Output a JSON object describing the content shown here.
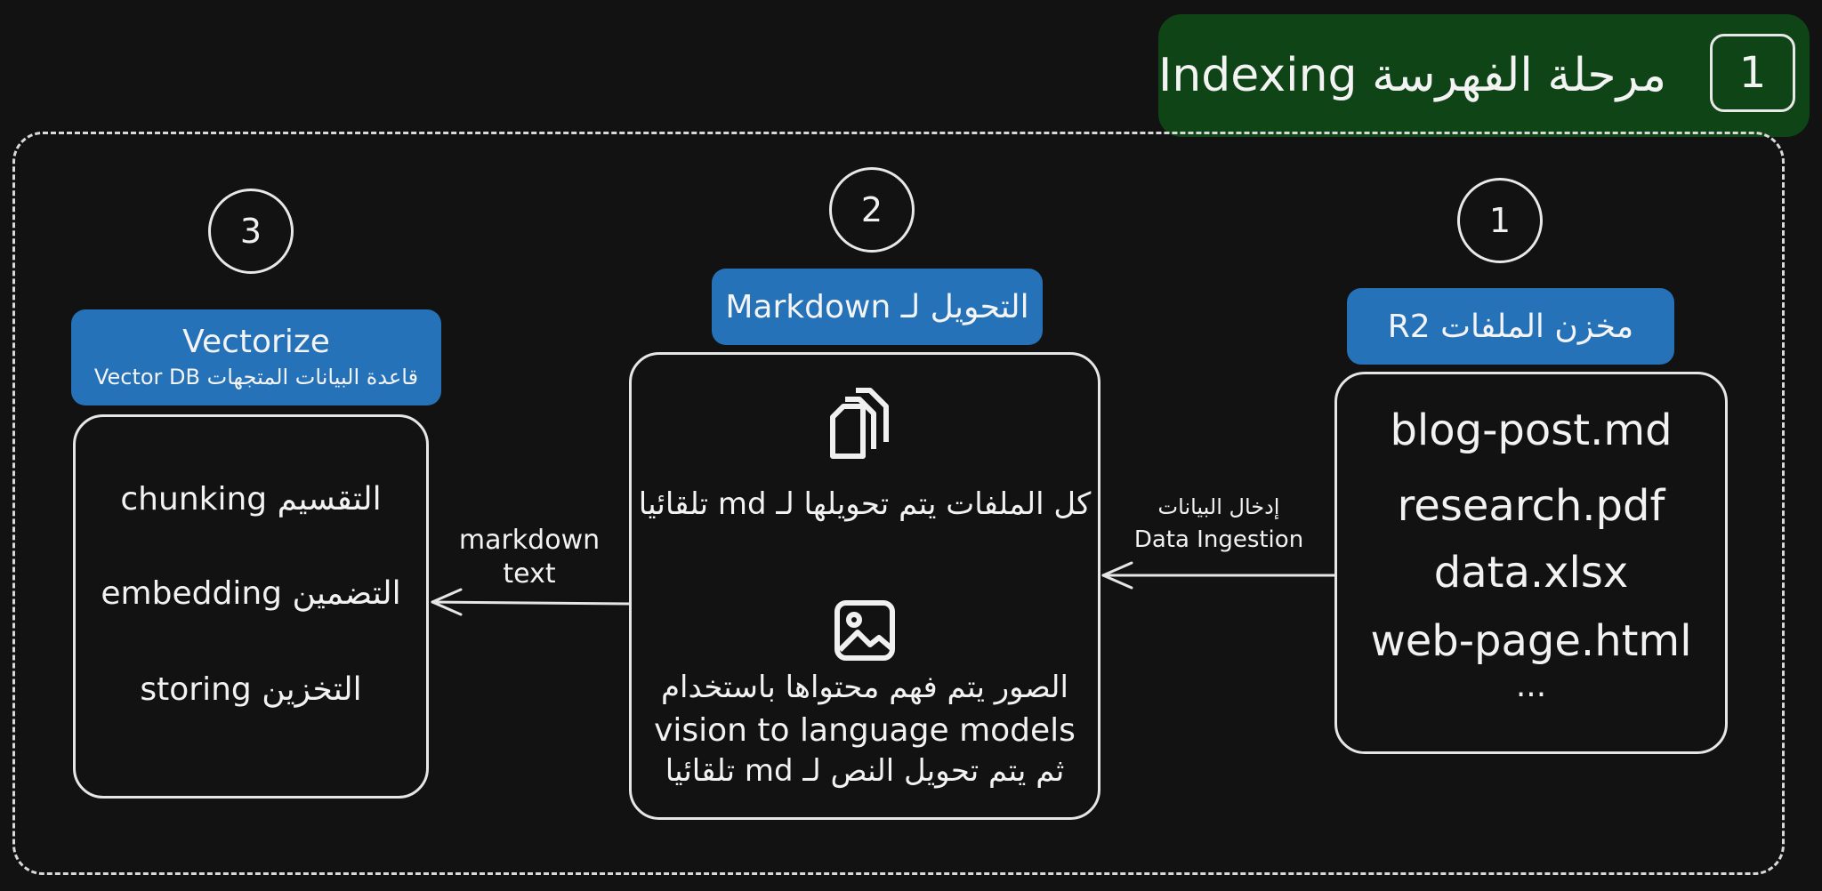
{
  "phase": {
    "title": "مرحلة الفهرسة Indexing",
    "number": "1",
    "banner_color": "#0e4416"
  },
  "steps": {
    "files": {
      "number": "1",
      "label": "مخزن الملفات R2",
      "items": [
        "blog-post.md",
        "research.pdf",
        "data.xlsx",
        "web-page.html",
        "..."
      ]
    },
    "convert": {
      "number": "2",
      "label": "التحويل لـ Markdown",
      "docs_text": "كل الملفات يتم تحويلها لـ md تلقائيا",
      "image_text_1": "الصور يتم فهم محتواها باستخدام",
      "image_text_2": "vision to language models",
      "image_text_3": "ثم يتم تحويل النص لـ md تلقائيا",
      "docs_icon": "documents-icon",
      "image_icon": "image-icon"
    },
    "vectorize": {
      "number": "3",
      "label_title": "Vectorize",
      "label_sub": "قاعدة البيانات المتجهات Vector DB",
      "items": [
        "التقسيم chunking",
        "التضمين embedding",
        "التخزين storing"
      ]
    }
  },
  "arrows": {
    "ingestion_ar": "إدخال البيانات",
    "ingestion_en": "Data Ingestion",
    "markdown_1": "markdown",
    "markdown_2": "text"
  },
  "colors": {
    "label_blue": "#2572b8",
    "background": "#121212",
    "stroke": "#e6e6e6"
  }
}
